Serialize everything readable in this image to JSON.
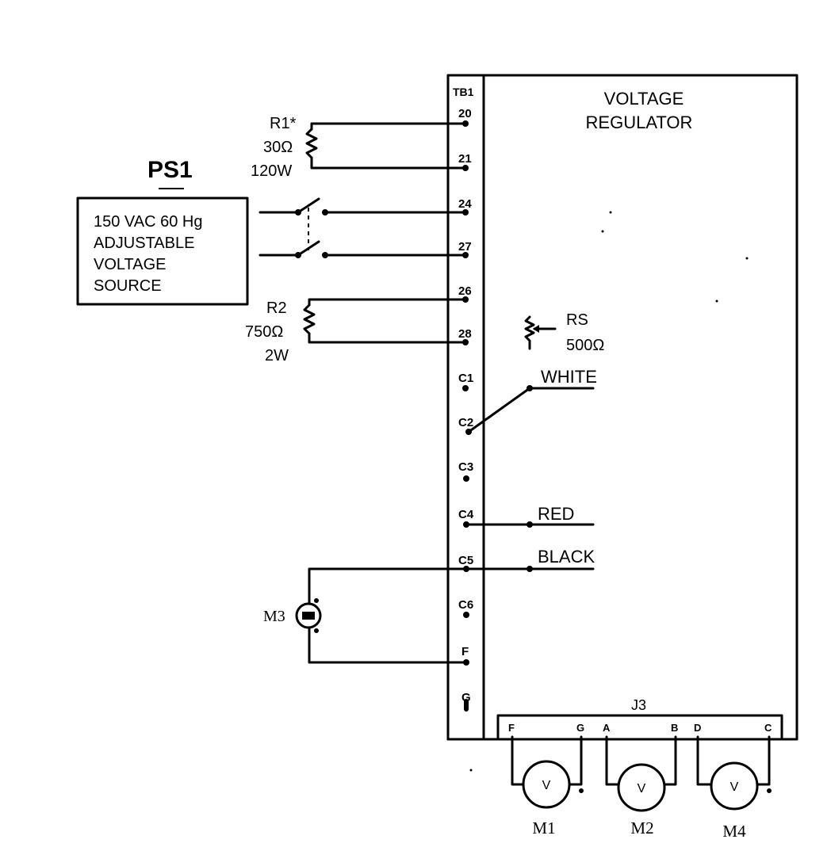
{
  "ps1": {
    "title": "PS1",
    "lines": [
      "150 VAC 60 Hg",
      "ADJUSTABLE",
      "VOLTAGE",
      "SOURCE"
    ]
  },
  "r1": {
    "name": "R1*",
    "value": "30Ω",
    "power": "120W"
  },
  "r2": {
    "name": "R2",
    "value": "750Ω",
    "power": "2W"
  },
  "rs": {
    "name": "RS",
    "value": "500Ω"
  },
  "regulator": {
    "line1": "VOLTAGE",
    "line2": "REGULATOR"
  },
  "tb1": {
    "label": "TB1",
    "terminals": [
      "20",
      "21",
      "24",
      "27",
      "26",
      "28",
      "C1",
      "C2",
      "C3",
      "C4",
      "C5",
      "C6",
      "F",
      "G"
    ]
  },
  "wires": {
    "white": "WHITE",
    "red": "RED",
    "black": "BLACK"
  },
  "j3": {
    "label": "J3",
    "pins": [
      "F",
      "G",
      "A",
      "B",
      "D",
      "C"
    ]
  },
  "meters": {
    "m1": {
      "name": "M1",
      "symbol": "V"
    },
    "m2": {
      "name": "M2",
      "symbol": "V"
    },
    "m4": {
      "name": "M4",
      "symbol": "V"
    },
    "m3": {
      "name": "M3"
    }
  }
}
